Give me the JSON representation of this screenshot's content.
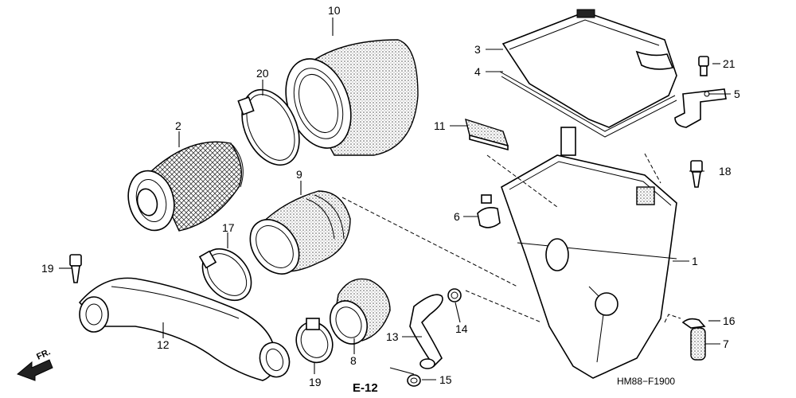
{
  "diagram": {
    "code": "HM88−F1900",
    "reference": "E-12",
    "direction": "FR.",
    "callouts": [
      "10",
      "20",
      "2",
      "9",
      "17",
      "19",
      "12",
      "8",
      "3",
      "4",
      "21",
      "5",
      "11",
      "18",
      "6",
      "1",
      "16",
      "7",
      "14",
      "13",
      "15",
      "19"
    ]
  }
}
